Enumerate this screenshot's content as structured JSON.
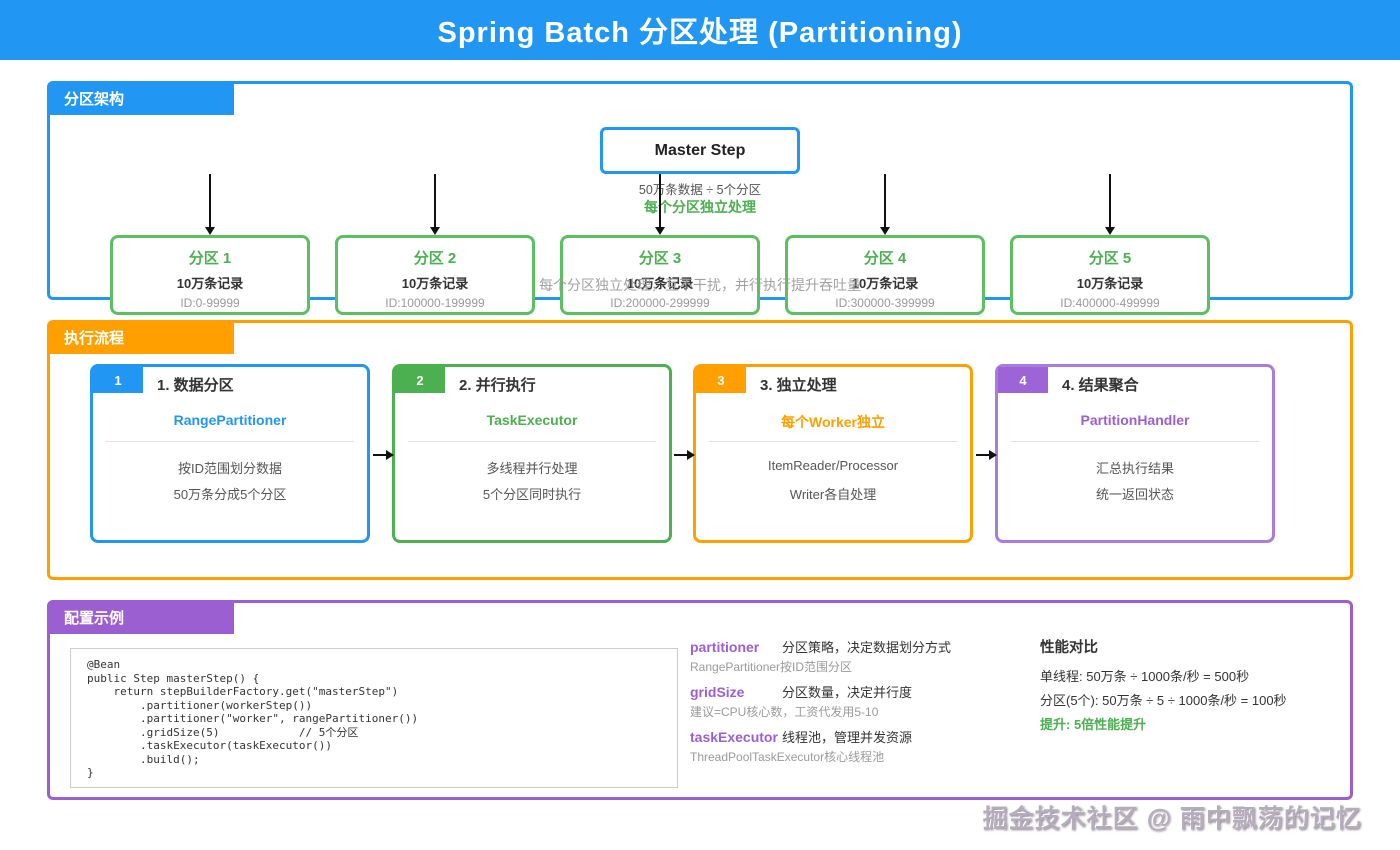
{
  "title": "Spring Batch 分区处理 (Partitioning)",
  "colors": {
    "header_blue": "#2196F3",
    "green": "#4CAF50",
    "orange": "#FFA000",
    "purple": "#9C5FD1"
  },
  "architecture": {
    "label": "分区架构",
    "master_step": "Master Step",
    "split_note": "50万条数据 ÷ 5个分区",
    "split_note2": "每个分区独立处理",
    "overlay_note": "每个分区独立处理，互不干扰，并行执行提升吞吐量",
    "partitions": [
      {
        "name": "分区 1",
        "records": "10万条记录",
        "id_range": "ID:0-99999"
      },
      {
        "name": "分区 2",
        "records": "10万条记录",
        "id_range": "ID:100000-199999"
      },
      {
        "name": "分区 3",
        "records": "10万条记录",
        "id_range": "ID:200000-299999"
      },
      {
        "name": "分区 4",
        "records": "10万条记录",
        "id_range": "ID:300000-399999"
      },
      {
        "name": "分区 5",
        "records": "10万条记录",
        "id_range": "ID:400000-499999"
      }
    ]
  },
  "flow": {
    "label": "执行流程",
    "steps": [
      {
        "num": "1",
        "title": "1. 数据分区",
        "key": "RangePartitioner",
        "line1": "按ID范围划分数据",
        "line2": "50万条分成5个分区"
      },
      {
        "num": "2",
        "title": "2. 并行执行",
        "key": "TaskExecutor",
        "line1": "多线程并行处理",
        "line2": "5个分区同时执行"
      },
      {
        "num": "3",
        "title": "3. 独立处理",
        "key": "每个Worker独立",
        "line1": "ItemReader/Processor",
        "line2": "Writer各自处理"
      },
      {
        "num": "4",
        "title": "4. 结果聚合",
        "key": "PartitionHandler",
        "line1": "汇总执行结果",
        "line2": "统一返回状态"
      }
    ]
  },
  "config": {
    "label": "配置示例",
    "code": {
      "lines": [
        "@Bean",
        "public Step masterStep() {",
        "    return stepBuilderFactory.get(\"masterStep\")",
        "        .partitioner(workerStep())",
        "        .partitioner(\"worker\", rangePartitioner())",
        "        .gridSize(5)            // 5个分区",
        "        .taskExecutor(taskExecutor())",
        "        .build();",
        "}"
      ]
    },
    "params": [
      {
        "name": "partitioner",
        "desc": "分区策略，决定数据划分方式",
        "note": "RangePartitioner按ID范围分区"
      },
      {
        "name": "gridSize",
        "desc": "分区数量，决定并行度",
        "note": "建议=CPU核心数，工资代发用5-10"
      },
      {
        "name": "taskExecutor",
        "desc": "线程池，管理并发资源",
        "note": "ThreadPoolTaskExecutor核心线程池"
      }
    ],
    "performance": {
      "title": "性能对比",
      "line1": "单线程: 50万条 ÷ 1000条/秒 = 500秒",
      "line2": "分区(5个): 50万条 ÷ 5 ÷ 1000条/秒 = 100秒",
      "highlight": "提升: 5倍性能提升"
    }
  },
  "watermark": "掘金技术社区 @ 雨中飘荡的记忆"
}
